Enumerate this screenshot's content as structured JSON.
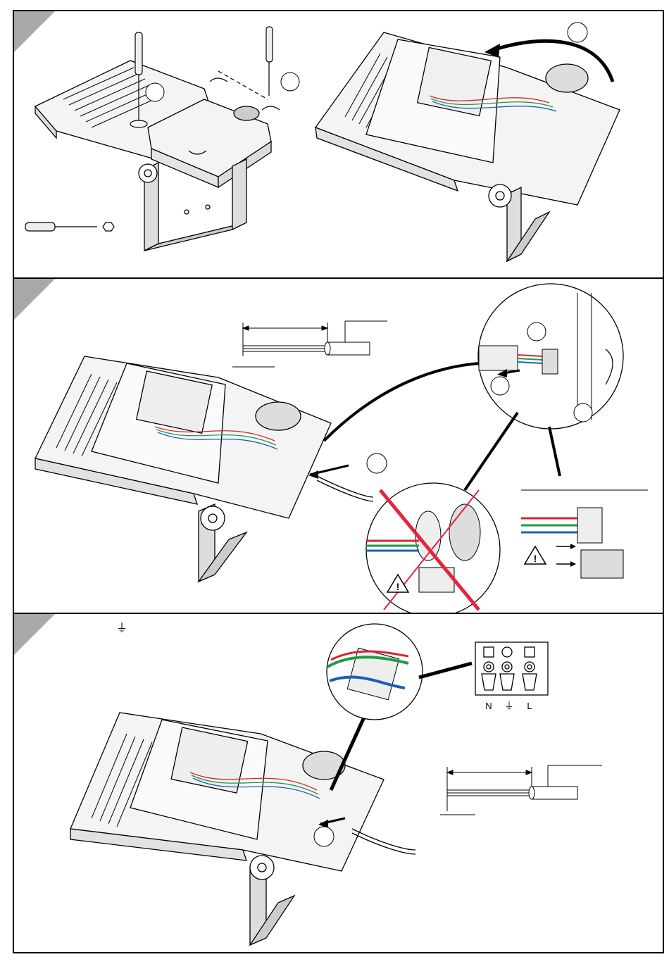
{
  "panels": [
    {
      "id": "panel-1"
    },
    {
      "id": "panel-2"
    },
    {
      "id": "panel-3",
      "earth_symbol": "⏚"
    }
  ],
  "terminal_labels": [
    "N",
    "⏚",
    "L"
  ],
  "colors": {
    "line": "#000000",
    "corner_tab": "#a8a8a8",
    "wire_red": "#d7262b",
    "wire_green": "#1f9a4a",
    "wire_blue": "#1d5fb5",
    "cross_red": "#e3253e",
    "housing_fill": "#f4f4f4"
  },
  "icons": [
    "screwdriver-icon",
    "nut-icon",
    "warning-icon",
    "earth-symbol-icon"
  ]
}
